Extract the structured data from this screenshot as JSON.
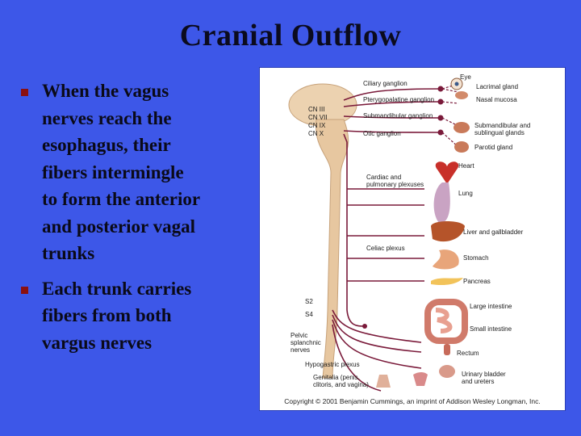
{
  "slide": {
    "title": "Cranial Outflow",
    "bullets": [
      "When the vagus\nnerves reach the\nesophagus, their\nfibers intermingle\nto form the anterior\nand posterior vagal\ntrunks",
      "Each trunk carries\nfibers from both\nvargus nerves"
    ]
  },
  "colors": {
    "background": "#3d57e8",
    "bullet_marker": "#8b1010",
    "nerve": "#7a1a3a",
    "spinal_cord": "#e7c7a0"
  },
  "figure": {
    "cranial_nerves": [
      "CN III",
      "CN VII",
      "CN IX",
      "CN X"
    ],
    "sacral_segments": [
      "S2",
      "S4"
    ],
    "ganglia": {
      "ciliary": "Ciliary ganglion",
      "pterygopalatine": "Pterygopalatine ganglion",
      "submandibular": "Submandibular ganglion",
      "otic": "Otic ganglion"
    },
    "plexuses": {
      "cardiac": "Cardiac and\npulmonary plexuses",
      "celiac": "Celiac plexus",
      "pelvic": "Pelvic\nsplanchnic\nnerves",
      "hypogastric": "Hypogastric plexus",
      "genitalia": "Genitalia (penis,\nclitoris, and vagina)"
    },
    "organs": {
      "eye": "Eye",
      "lacrimal": "Lacrimal gland",
      "nasal": "Nasal mucosa",
      "submandibular": "Submandibular and\nsublingual glands",
      "parotid": "Parotid gland",
      "heart": "Heart",
      "lung": "Lung",
      "liver": "Liver and gallbladder",
      "stomach": "Stomach",
      "pancreas": "Pancreas",
      "large_intestine": "Large intestine",
      "small_intestine": "Small intestine",
      "rectum": "Rectum",
      "bladder": "Urinary bladder\nand ureters"
    },
    "copyright": "Copyright © 2001 Benjamin Cummings, an imprint of Addison Wesley Longman, Inc."
  }
}
